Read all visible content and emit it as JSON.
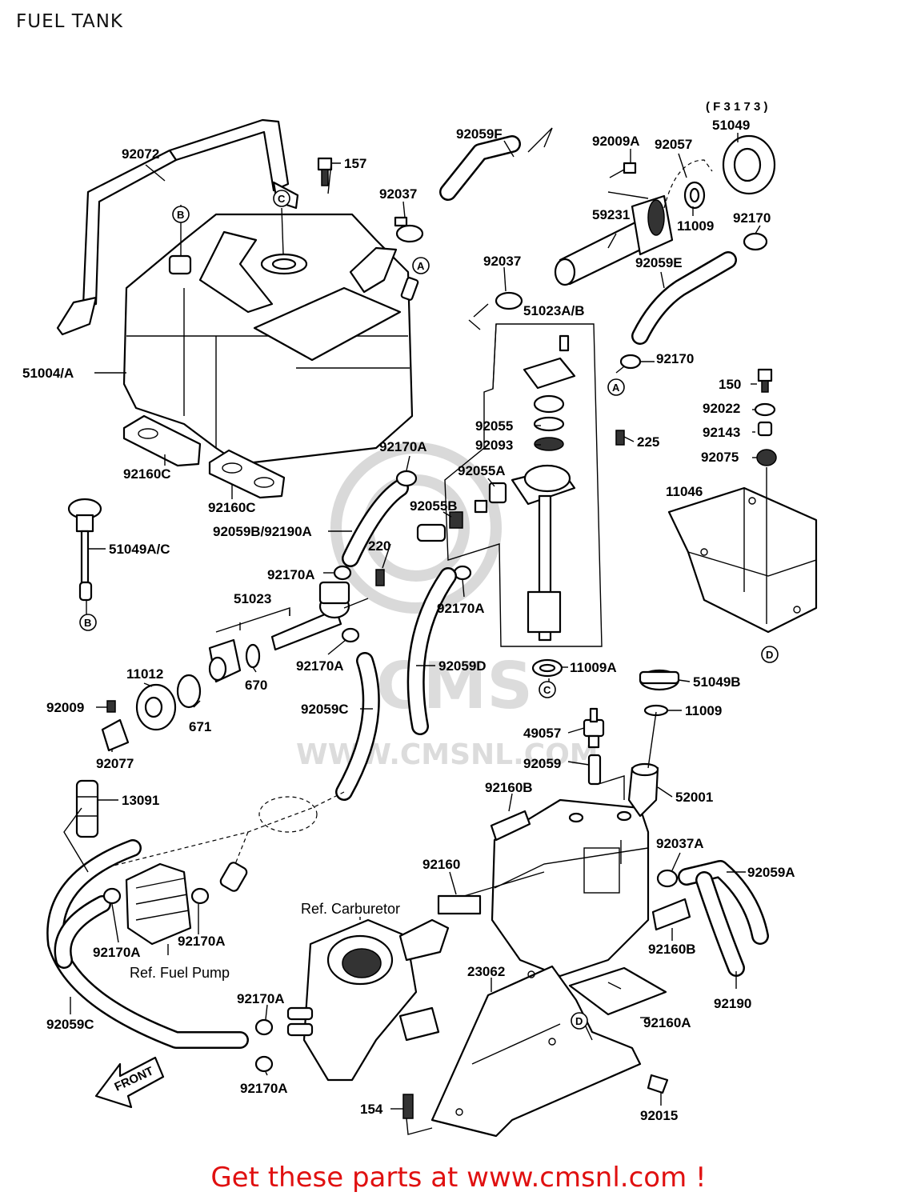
{
  "title": "FUEL TANK",
  "variant_code": "( F 3 1 7 3   )",
  "banner": "Get these parts at www.cmsnl.com !",
  "watermark": {
    "logo_text": "CMS",
    "url_text": "WWW.CMSNL.COM",
    "color": "#dcdcdc"
  },
  "colors": {
    "banner": "#e01010",
    "line_art": "#000000"
  },
  "references": {
    "carburetor": "Ref. Carburetor",
    "fuel_pump": "Ref. Fuel Pump",
    "front_arrow": "FRONT"
  },
  "callouts": {
    "p92072": "92072",
    "p157": "157",
    "p92037_upper": "92037",
    "p92059F": "92059F",
    "p92009A": "92009A",
    "p92057": "92057",
    "p51049": "51049",
    "p59231": "59231",
    "p11009_upper": "11009",
    "p92170_topright": "92170",
    "p92037_mid": "92037",
    "p92059E": "92059E",
    "p51023AB": "51023A/B",
    "p51004A": "51004/A",
    "p92170_mid": "92170",
    "p150": "150",
    "p92022": "92022",
    "p92143": "92143",
    "p92075": "92075",
    "p92055": "92055",
    "p92093": "92093",
    "p225": "225",
    "p92170A_1": "92170A",
    "p92055A": "92055A",
    "p92055B": "92055B",
    "p92160C_1": "92160C",
    "p92160C_2": "92160C",
    "p92059B92190A": "92059B/92190A",
    "p11046": "11046",
    "p51049AC": "51049A/C",
    "p220": "220",
    "p92170A_2": "92170A",
    "p92170A_3": "92170A",
    "p51023": "51023",
    "p11012": "11012",
    "p670": "670",
    "p92170A_4": "92170A",
    "p92059D": "92059D",
    "p11009A": "11009A",
    "p51049B": "51049B",
    "p92009": "92009",
    "p671": "671",
    "p92059C_1": "92059C",
    "p11009_lower": "11009",
    "p92077": "92077",
    "p49057": "49057",
    "p92059": "92059",
    "p92160B_1": "92160B",
    "p52001": "52001",
    "p13091": "13091",
    "p92037A": "92037A",
    "p92160": "92160",
    "p92059A": "92059A",
    "p92170A_5": "92170A",
    "p92170A_6": "92170A",
    "p92160B_2": "92160B",
    "p23062": "23062",
    "p92190": "92190",
    "p92170A_7": "92170A",
    "p92160A": "92160A",
    "p92059C_2": "92059C",
    "p92170A_8": "92170A",
    "p154": "154",
    "p92015": "92015"
  },
  "markers": {
    "a": "A",
    "b": "B",
    "c": "C",
    "d": "D"
  }
}
